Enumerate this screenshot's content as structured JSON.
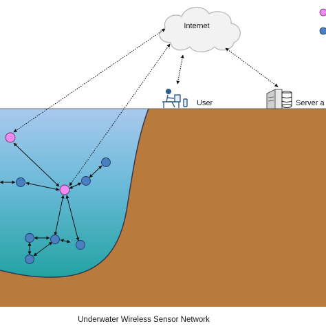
{
  "labels": {
    "internet": "Internet",
    "user": "User",
    "server": "Server a",
    "caption": "Underwater Wireless Sensor Network"
  },
  "colors": {
    "sink_node": "#f08cf0",
    "sensor_node": "#4a7fc0",
    "water_top": "#a8c8ec",
    "water_bottom": "#2aa6a6",
    "seabed": "#b97a3e",
    "cloud": "#f2f2f2"
  },
  "icons": {
    "user": "user-at-desk-icon",
    "server": "server-database-icon",
    "cloud": "cloud-icon"
  },
  "legend": {
    "items": [
      {
        "color_key": "sink_node",
        "label": ""
      },
      {
        "color_key": "sensor_node",
        "label": ""
      }
    ]
  }
}
